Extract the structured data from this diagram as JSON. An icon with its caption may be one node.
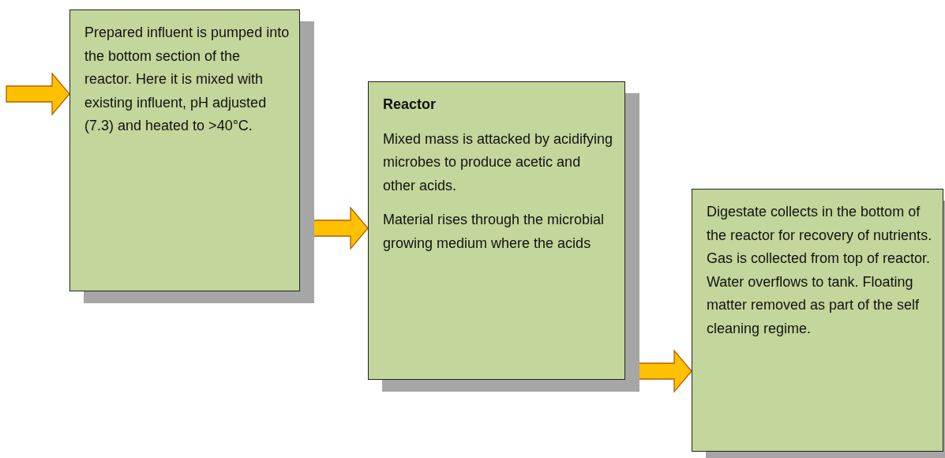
{
  "diagram": {
    "nodes": [
      {
        "text": [
          "Prepared influent is pumped into the bottom section of the reactor. Here it is mixed with existing influent, pH adjusted (7.3) and heated to >40°C."
        ]
      },
      {
        "text": [
          "Reactor",
          "Mixed mass is attacked by acidifying microbes to produce acetic and other acids.",
          "Material rises through the microbial growing medium where the acids"
        ]
      },
      {
        "text": [
          "Digestate collects in the bottom of the reactor for recovery of nutrients. Gas is collected from top of reactor. Water overflows to tank. Floating matter removed as part of the self cleaning regime."
        ]
      }
    ],
    "edges": [
      {
        "from": null,
        "to": 0,
        "arrow": "to"
      },
      {
        "from": 0,
        "to": 1,
        "arrow": "to"
      },
      {
        "from": 1,
        "to": 2,
        "arrow": "to"
      }
    ]
  }
}
